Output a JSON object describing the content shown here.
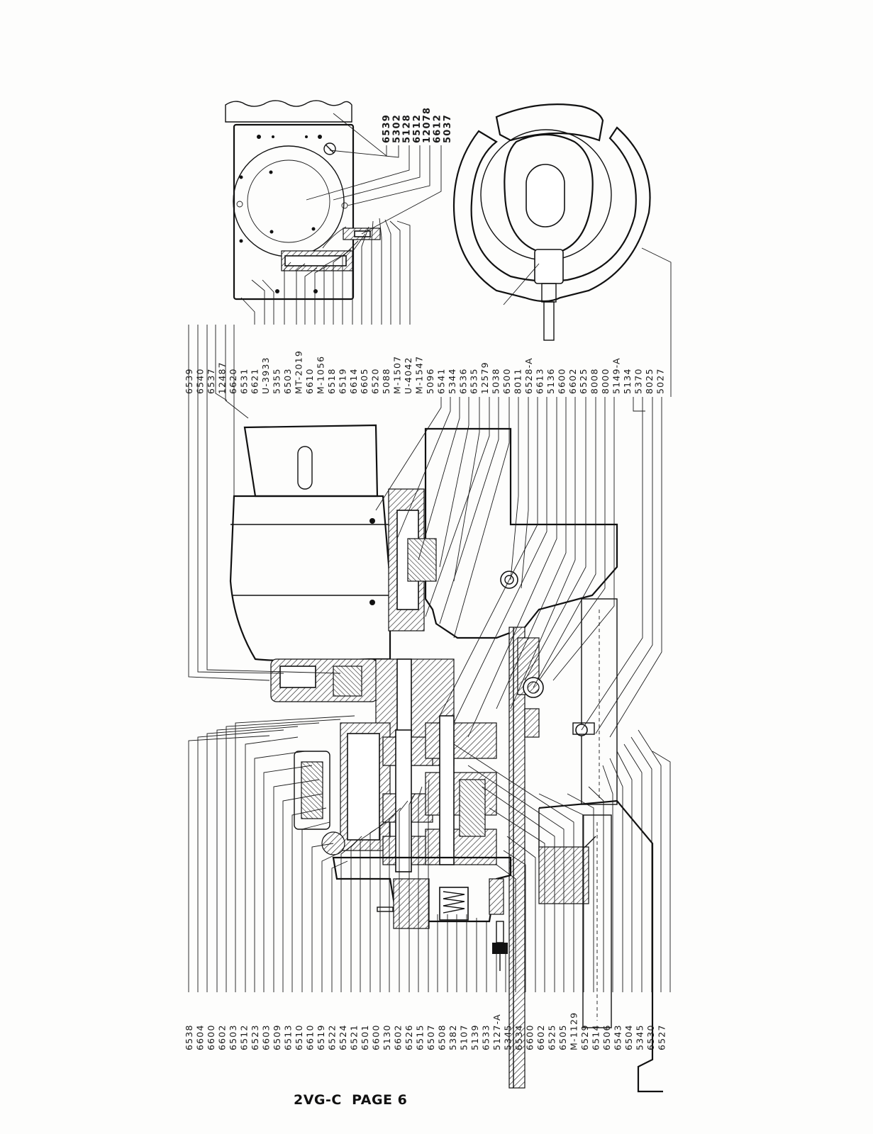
{
  "page_label": "2VG-C  PAGE 6",
  "top_detail_labels": [
    "6539",
    "5302",
    "5128",
    "6512",
    "12078",
    "6612",
    "5037"
  ],
  "middle_labels": [
    "6539",
    "6540",
    "6537",
    "12487",
    "6620",
    "6531",
    "6621",
    "U-3933",
    "5355",
    "6503",
    "MT-2019",
    "6610",
    "M-1056",
    "6518",
    "6519",
    "6614",
    "6605",
    "6520",
    "5088",
    "M-1507",
    "U-4042",
    "M-1547",
    "5096",
    "6541",
    "5344",
    "6536",
    "6535",
    "12579",
    "5038",
    "6500",
    "8011",
    "6528-A",
    "6613",
    "5136",
    "6600",
    "6602",
    "6525",
    "8008",
    "8000",
    "5149-A",
    "5134",
    "5370",
    "8025",
    "5027"
  ],
  "bottom_labels": [
    "6538",
    "6604",
    "6600",
    "6602",
    "6503",
    "6512",
    "6523",
    "6603",
    "6509",
    "6513",
    "6510",
    "6610",
    "6519",
    "6522",
    "6524",
    "6521",
    "6501",
    "6600",
    "5130",
    "6602",
    "6526",
    "6515",
    "6507",
    "6508",
    "5382",
    "5107",
    "5139",
    "6533",
    "5127-A",
    "5345",
    "6534",
    "6600",
    "6602",
    "6525",
    "6505",
    "M-1129",
    "6529",
    "6514",
    "6506",
    "6543",
    "6504",
    "5345",
    "6530",
    "6527"
  ]
}
